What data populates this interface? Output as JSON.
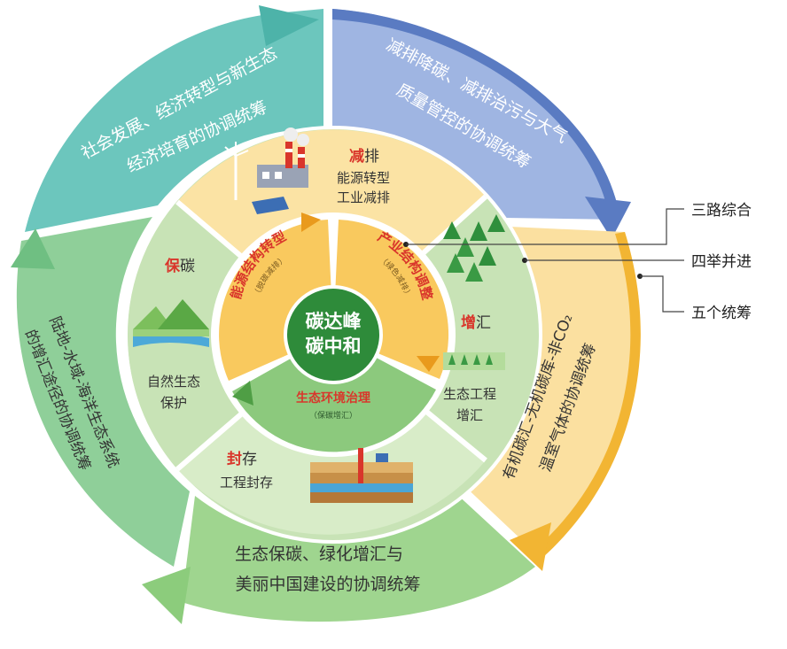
{
  "center": {
    "line1": "碳达峰",
    "line2": "碳中和"
  },
  "inner_ring": {
    "top_left": {
      "title": "能源结构转型",
      "sub": "（脱碳减排）"
    },
    "top_right": {
      "title": "产业结构调整",
      "sub": "（绿色减排）"
    },
    "bottom": {
      "title": "生态环境治理",
      "sub": "（保碳增汇）"
    }
  },
  "middle_ring": {
    "reduce": {
      "key": "减",
      "rest": "排",
      "line1": "能源转型",
      "line2": "工业减排"
    },
    "increase": {
      "key": "增",
      "rest": "汇",
      "line1": "生态工程",
      "line2": "增汇"
    },
    "store": {
      "key": "封",
      "rest": "存",
      "line1": "工程封存"
    },
    "keep": {
      "key": "保",
      "rest": "碳",
      "line1": "自然生态",
      "line2": "保护"
    }
  },
  "outer_ring": {
    "top_left": {
      "line1": "社会发展、经济转型与新生态",
      "line2": "经济培育的协调统筹"
    },
    "top_right": {
      "line1": "减排降碳、减排治污与大气",
      "line2": "质量管控的协调统筹"
    },
    "right": {
      "line1": "有机碳汇-无机碳库-非CO₂",
      "line2": "温室气体的协调统筹"
    },
    "bottom": {
      "line1": "生态保碳、绿化增汇与",
      "line2": "美丽中国建设的协调统筹"
    },
    "left": {
      "line1": "陆地-水域-海洋生态系统",
      "line2": "的增汇途径的协调统筹"
    }
  },
  "legend": [
    "三路综合",
    "四举并进",
    "五个统筹"
  ],
  "colors": {
    "teal": "#6cc6bd",
    "blue": "#8fa9dc",
    "orange": "#f6c660",
    "lightorange": "#fbe3a4",
    "green": "#8fcf84",
    "lightgreen": "#c8e3b6",
    "darkgreen": "#2f8f3c",
    "red": "#d9362b"
  }
}
